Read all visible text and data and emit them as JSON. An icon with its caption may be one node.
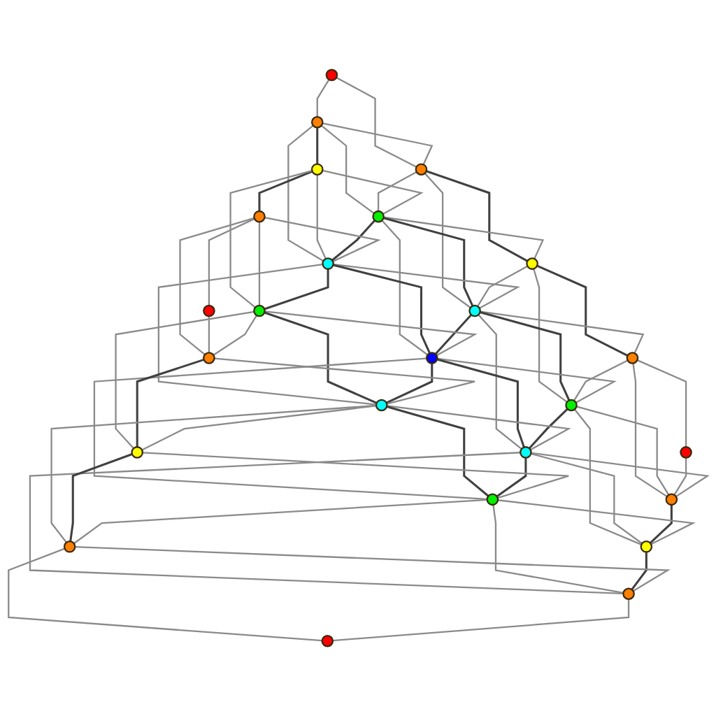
{
  "diagram": {
    "nodes": [
      {
        "text": [],
        "shape": "circle"
      },
      {
        "text": [],
        "shape": "circle"
      },
      {
        "text": [],
        "shape": "circle"
      },
      {
        "text": [],
        "shape": "circle"
      },
      {
        "text": [],
        "shape": "circle"
      },
      {
        "text": [],
        "shape": "circle"
      },
      {
        "text": [],
        "shape": "circle"
      },
      {
        "text": [],
        "shape": "circle"
      },
      {
        "text": [],
        "shape": "circle"
      },
      {
        "text": [],
        "shape": "circle"
      },
      {
        "text": [],
        "shape": "circle"
      },
      {
        "text": [],
        "shape": "circle"
      },
      {
        "text": [],
        "shape": "circle"
      },
      {
        "text": [],
        "shape": "circle"
      },
      {
        "text": [],
        "shape": "circle"
      },
      {
        "text": [],
        "shape": "circle"
      },
      {
        "text": [],
        "shape": "circle"
      },
      {
        "text": [],
        "shape": "circle"
      },
      {
        "text": [],
        "shape": "circle"
      },
      {
        "text": [],
        "shape": "circle"
      },
      {
        "text": [],
        "shape": "circle"
      },
      {
        "text": [],
        "shape": "circle"
      },
      {
        "text": [],
        "shape": "circle"
      },
      {
        "text": [],
        "shape": "circle"
      },
      {
        "text": [],
        "shape": "circle"
      }
    ],
    "edges": [
      {
        "from": 0,
        "to": 1,
        "arrow": "none"
      },
      {
        "from": 0,
        "to": 2,
        "arrow": "none"
      },
      {
        "from": 1,
        "to": 2,
        "arrow": "none"
      },
      {
        "from": 1,
        "to": 3,
        "arrow": "none",
        "color": "#404040"
      },
      {
        "from": 1,
        "to": 4,
        "arrow": "none"
      },
      {
        "from": 1,
        "to": 7,
        "arrow": "none"
      },
      {
        "from": 2,
        "to": 4,
        "arrow": "none"
      },
      {
        "from": 2,
        "to": 5,
        "arrow": "none",
        "color": "#404040"
      },
      {
        "from": 2,
        "to": 8,
        "arrow": "none"
      },
      {
        "from": 3,
        "to": 4,
        "arrow": "none"
      },
      {
        "from": 3,
        "to": 6,
        "arrow": "none",
        "color": "#404040"
      },
      {
        "from": 3,
        "to": 7,
        "arrow": "none"
      },
      {
        "from": 3,
        "to": 11,
        "arrow": "none"
      },
      {
        "from": 4,
        "to": 5,
        "arrow": "none"
      },
      {
        "from": 4,
        "to": 7,
        "arrow": "none",
        "color": "#404040"
      },
      {
        "from": 4,
        "to": 8,
        "arrow": "none",
        "color": "#404040"
      },
      {
        "from": 4,
        "to": 12,
        "arrow": "none"
      },
      {
        "from": 5,
        "to": 8,
        "arrow": "none"
      },
      {
        "from": 5,
        "to": 9,
        "arrow": "none",
        "color": "#404040"
      },
      {
        "from": 5,
        "to": 13,
        "arrow": "none"
      },
      {
        "from": 6,
        "to": 7,
        "arrow": "none"
      },
      {
        "from": 6,
        "to": 10,
        "arrow": "none"
      },
      {
        "from": 6,
        "to": 11,
        "arrow": "none"
      },
      {
        "from": 6,
        "to": 15,
        "arrow": "none"
      },
      {
        "from": 7,
        "to": 8,
        "arrow": "none"
      },
      {
        "from": 7,
        "to": 11,
        "arrow": "none",
        "color": "#404040"
      },
      {
        "from": 7,
        "to": 12,
        "arrow": "none",
        "color": "#404040"
      },
      {
        "from": 7,
        "to": 16,
        "arrow": "none"
      },
      {
        "from": 8,
        "to": 9,
        "arrow": "none"
      },
      {
        "from": 8,
        "to": 12,
        "arrow": "none",
        "color": "#404040"
      },
      {
        "from": 8,
        "to": 13,
        "arrow": "none",
        "color": "#404040"
      },
      {
        "from": 8,
        "to": 17,
        "arrow": "none"
      },
      {
        "from": 9,
        "to": 13,
        "arrow": "none"
      },
      {
        "from": 9,
        "to": 14,
        "arrow": "none"
      },
      {
        "from": 9,
        "to": 18,
        "arrow": "none"
      },
      {
        "from": 10,
        "to": 15,
        "arrow": "none"
      },
      {
        "from": 11,
        "to": 12,
        "arrow": "none"
      },
      {
        "from": 11,
        "to": 15,
        "arrow": "none"
      },
      {
        "from": 11,
        "to": 16,
        "arrow": "none",
        "color": "#404040"
      },
      {
        "from": 11,
        "to": 19,
        "arrow": "none"
      },
      {
        "from": 12,
        "to": 13,
        "arrow": "none"
      },
      {
        "from": 12,
        "to": 16,
        "arrow": "none",
        "color": "#404040"
      },
      {
        "from": 12,
        "to": 17,
        "arrow": "none",
        "color": "#404040"
      },
      {
        "from": 12,
        "to": 20,
        "arrow": "none"
      },
      {
        "from": 13,
        "to": 17,
        "arrow": "none",
        "color": "#404040"
      },
      {
        "from": 13,
        "to": 18,
        "arrow": "none"
      },
      {
        "from": 13,
        "to": 21,
        "arrow": "none"
      },
      {
        "from": 14,
        "to": 18,
        "arrow": "none"
      },
      {
        "from": 15,
        "to": 16,
        "arrow": "none"
      },
      {
        "from": 15,
        "to": 19,
        "arrow": "none",
        "color": "#404040"
      },
      {
        "from": 16,
        "to": 17,
        "arrow": "none"
      },
      {
        "from": 16,
        "to": 19,
        "arrow": "none"
      },
      {
        "from": 16,
        "to": 20,
        "arrow": "none",
        "color": "#404040"
      },
      {
        "from": 16,
        "to": 22,
        "arrow": "none"
      },
      {
        "from": 17,
        "to": 18,
        "arrow": "none"
      },
      {
        "from": 17,
        "to": 20,
        "arrow": "none",
        "color": "#404040"
      },
      {
        "from": 17,
        "to": 21,
        "arrow": "none"
      },
      {
        "from": 17,
        "to": 23,
        "arrow": "none"
      },
      {
        "from": 18,
        "to": 21,
        "arrow": "none",
        "color": "#404040"
      },
      {
        "from": 19,
        "to": 20,
        "arrow": "none"
      },
      {
        "from": 19,
        "to": 22,
        "arrow": "none",
        "color": "#404040"
      },
      {
        "from": 20,
        "to": 21,
        "arrow": "none"
      },
      {
        "from": 20,
        "to": 22,
        "arrow": "none"
      },
      {
        "from": 20,
        "to": 23,
        "arrow": "none"
      },
      {
        "from": 21,
        "to": 23,
        "arrow": "none",
        "color": "#404040"
      },
      {
        "from": 22,
        "to": 23,
        "arrow": "none"
      },
      {
        "from": 22,
        "to": 24,
        "arrow": "none"
      },
      {
        "from": 23,
        "to": 24,
        "arrow": "none"
      }
    ]
  }
}
